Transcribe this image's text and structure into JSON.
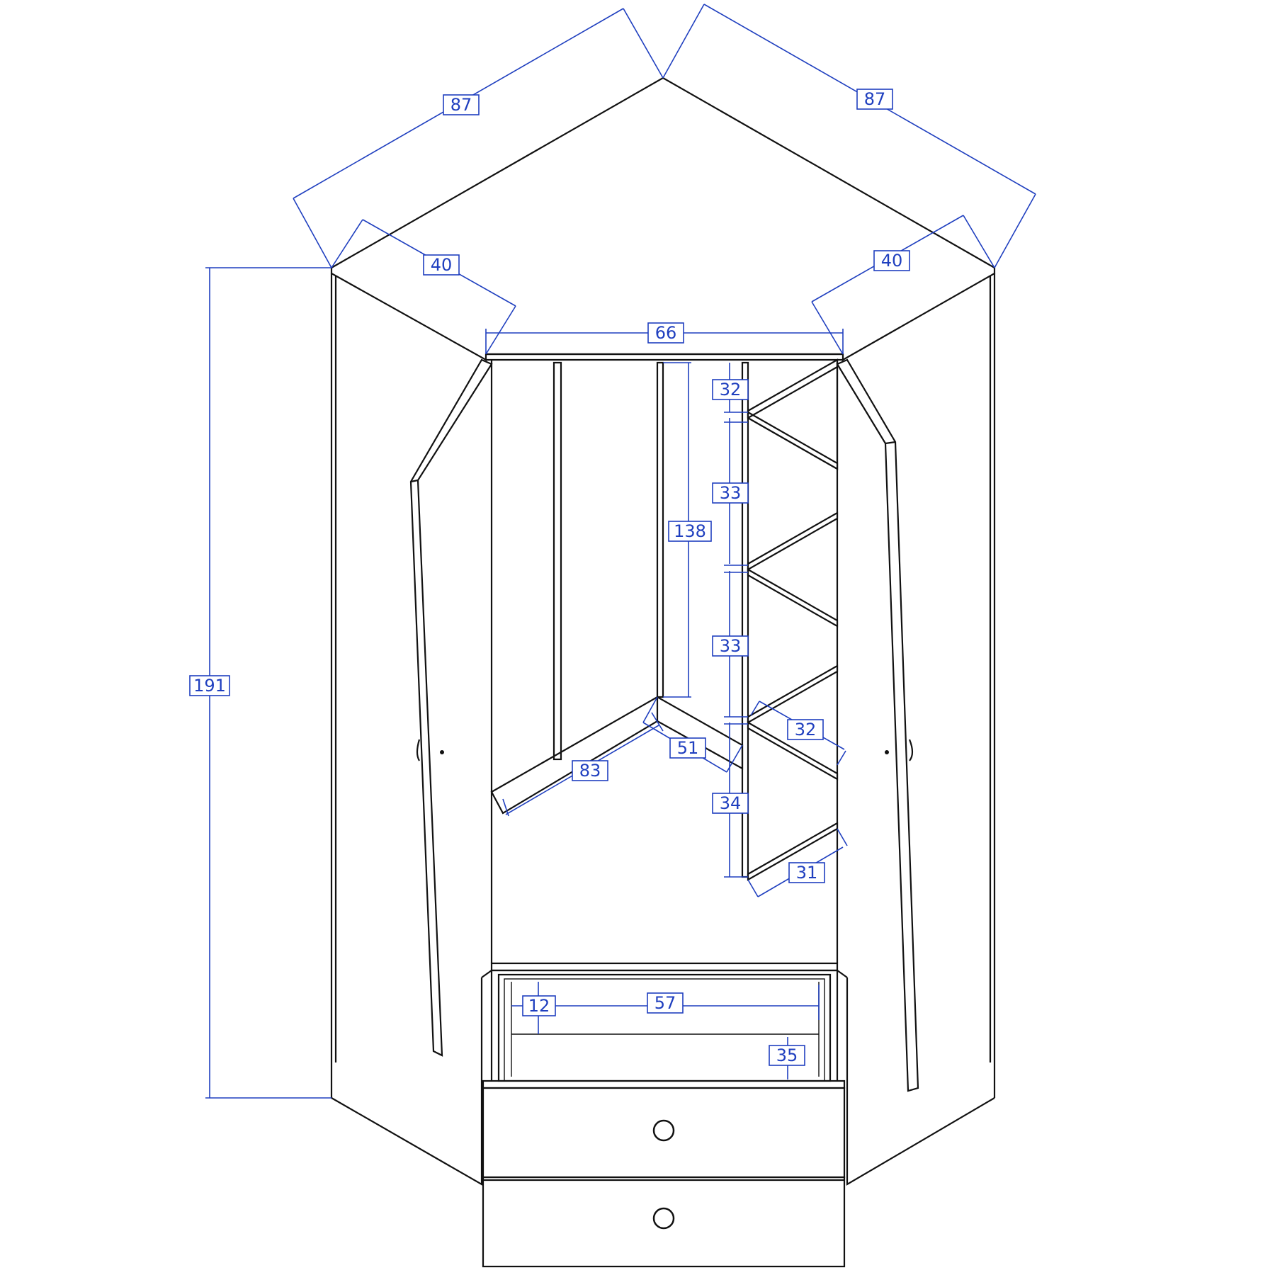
{
  "colors": {
    "line": "#111111",
    "dimension": "#1f3fbf",
    "background": "#ffffff"
  },
  "dimensions": {
    "top_left_depth": "87",
    "top_right_depth": "87",
    "left_side_width": "40",
    "right_side_width": "40",
    "front_width": "66",
    "total_height": "191",
    "rail_height": "138",
    "top_shelf_gap": "32",
    "shelf_gap_1": "33",
    "shelf_gap_2": "33",
    "shelf_gap_3": "34",
    "bottom_shelf_gap": "31",
    "shelf_depth": "32",
    "rail_width": "83",
    "rail_depth": "51",
    "drawer_inner_height": "12",
    "drawer_inner_width": "57",
    "drawer_inner_depth": "35"
  }
}
